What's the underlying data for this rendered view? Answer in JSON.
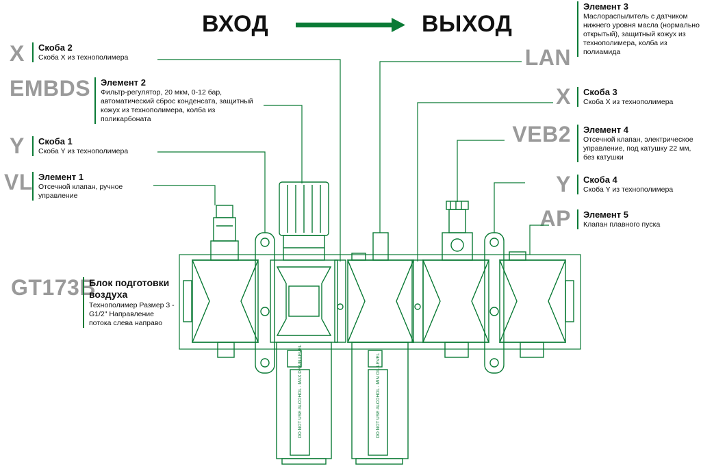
{
  "header": {
    "inlet": "ВХОД",
    "outlet": "ВЫХОД"
  },
  "colors": {
    "accent": "#0a7a35",
    "code_gray": "#9a9a9a",
    "text": "#111111"
  },
  "left_items": [
    {
      "code": "X",
      "title": "Скоба 2",
      "desc": "Скоба X из технополимера"
    },
    {
      "code": "EMBDS",
      "title": "Элемент 2",
      "desc": "Фильтр-регулятор, 20 мкм, 0-12 бар, автоматический сброс конденсата, защитный кожух из технополимера, колба из поликарбоната"
    },
    {
      "code": "Y",
      "title": "Скоба 1",
      "desc": "Скоба Y из технополимера"
    },
    {
      "code": "VL",
      "title": "Элемент 1",
      "desc": "Отсечной клапан, ручное управление"
    },
    {
      "code": "GT173B",
      "title": "Блок подготовки воздуха",
      "desc": "Технополимер Размер 3 - G1/2\" Направление потока слева направо"
    }
  ],
  "right_items": [
    {
      "code": "LAN",
      "title": "Элемент 3",
      "desc": "Маслораспылитель с датчиком нижнего уровня масла (нормально открытый), защитный кожух из технополимера, колба из полиамида"
    },
    {
      "code": "X",
      "title": "Скоба 3",
      "desc": "Скоба X из технополимера"
    },
    {
      "code": "VEB2",
      "title": "Элемент 4",
      "desc": "Отсечной клапан, электрическое управление, под катушку 22 мм, без катушки"
    },
    {
      "code": "Y",
      "title": "Скоба 4",
      "desc": "Скоба Y из технополимера"
    },
    {
      "code": "AP",
      "title": "Элемент 5",
      "desc": "Клапан плавного пуска"
    }
  ],
  "bowl_labels": {
    "left": "DO NOT USE ALCOHOL · MAX DRAIN LEVEL",
    "right": "DO NOT USE ALCOHOL · MIN OIL LEVEL"
  }
}
